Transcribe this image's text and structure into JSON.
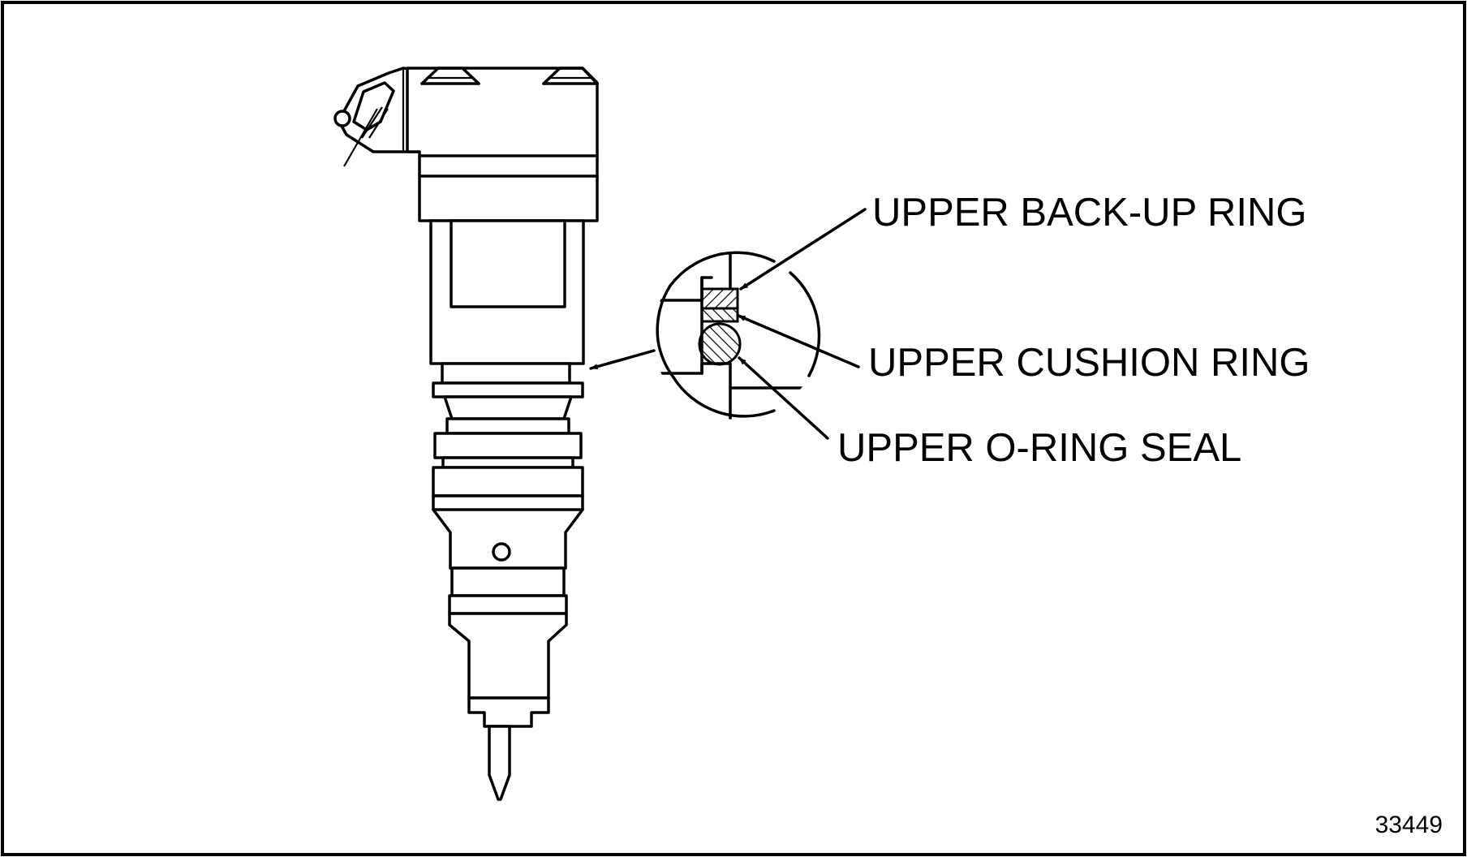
{
  "labels": {
    "upper_backup_ring": "UPPER BACK-UP RING",
    "upper_cushion_ring": "UPPER CUSHION RING",
    "upper_oring_seal": "UPPER O-RING SEAL"
  },
  "figure_number": "33449",
  "colors": {
    "line": "#000000",
    "background": "#ffffff"
  }
}
